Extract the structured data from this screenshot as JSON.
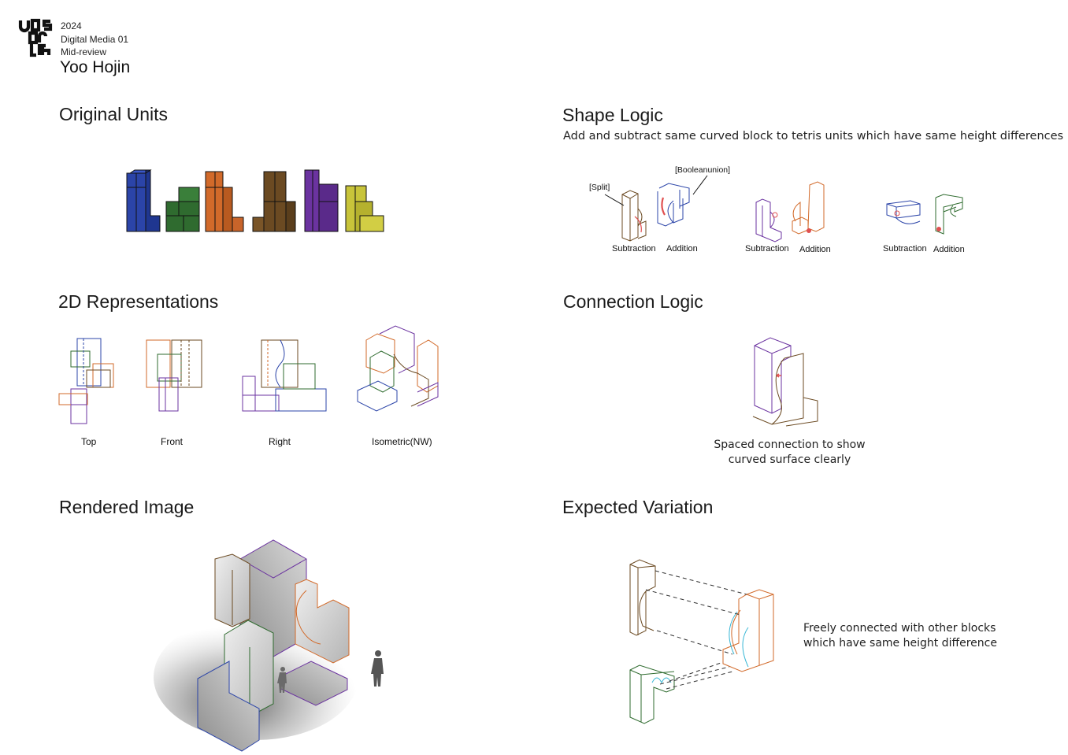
{
  "header": {
    "year": "2024",
    "course": "Digital Media 01",
    "review": "Mid-review",
    "author": "Yoo Hojin",
    "logo_text": "uos arch"
  },
  "sections": {
    "original_units": {
      "title": "Original Units"
    },
    "shape_logic": {
      "title": "Shape Logic",
      "description": "Add and subtract same curved block to tetris units which have same height differences",
      "label_split": "[Split]",
      "label_boolean": "[Booleanunion]",
      "captions": [
        "Subtraction",
        "Addition",
        "Subtraction",
        "Addition",
        "Subtraction",
        "Addition"
      ]
    },
    "representations": {
      "title": "2D Representations",
      "views": [
        "Top",
        "Front",
        "Right",
        "Isometric(NW)"
      ]
    },
    "connection_logic": {
      "title": "Connection Logic",
      "caption_line1": "Spaced connection to show",
      "caption_line2": "curved surface clearly"
    },
    "rendered": {
      "title": "Rendered Image"
    },
    "variation": {
      "title": "Expected Variation",
      "caption_line1": "Freely connected with other blocks",
      "caption_line2": "which have same height difference"
    }
  },
  "colors": {
    "blue": "#2b44a8",
    "green": "#2f6b2f",
    "orange": "#d26a2a",
    "brown": "#6b4a22",
    "purple": "#6b33a0",
    "yellow": "#c8c43a",
    "accent_red": "#e05050",
    "cyan": "#39b7d6"
  }
}
